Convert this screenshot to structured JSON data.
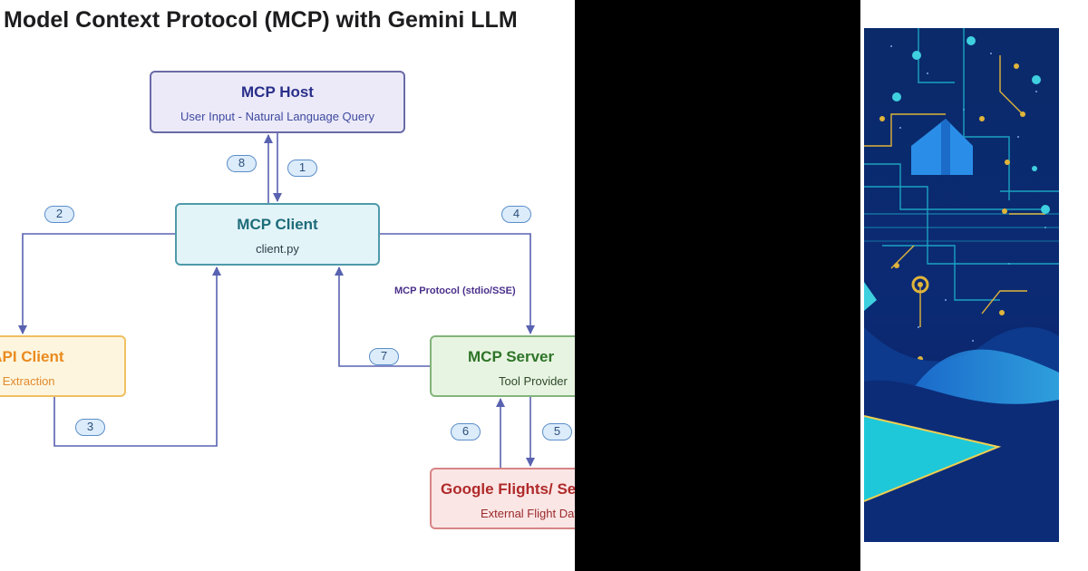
{
  "diagram": {
    "title": "Model Context Protocol (MCP) with Gemini LLM",
    "nodes": {
      "host": {
        "name": "MCP Host",
        "sub": "User Input - Natural Language Query"
      },
      "client": {
        "name": "MCP Client",
        "sub": "client.py"
      },
      "gemini": {
        "name": "Gemini API Client",
        "sub": "Parameter Extraction"
      },
      "server": {
        "name": "MCP Server",
        "sub": "Tool Provider"
      },
      "flights": {
        "name": "Google Flights/ SerpAPI",
        "sub": "External Flight Data"
      }
    },
    "steps": [
      "1",
      "2",
      "3",
      "4",
      "5",
      "6",
      "7",
      "8"
    ],
    "protocol_label": "MCP Protocol (stdio/SSE)",
    "colors": {
      "arrow": "#5862b0"
    }
  },
  "artwork": {
    "description_icon": "circuit-board-illustration-icon",
    "colors": {
      "bg_top": "#0a1f5c",
      "trace": "#e0b43a",
      "accent": "#3fd0e0"
    }
  }
}
